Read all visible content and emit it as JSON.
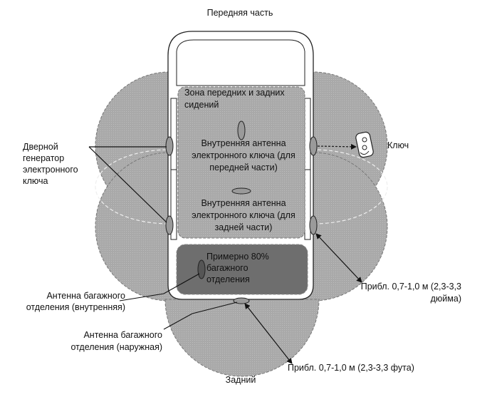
{
  "title_front": "Передняя часть",
  "title_rear": "Задний",
  "zone_seats": "Зона передних и задних сидений",
  "front_antenna": "Внутренняя антенна электронного ключа (для передней части)",
  "rear_antenna": "Внутренняя антенна электронного ключа (для задней части)",
  "trunk_zone": "Примерно 80% багажного отделения",
  "door_generator": "Дверной генератор электронного ключа",
  "key_label": "Ключ",
  "trunk_antenna_inside": "Антенна багажного отделения (внутренняя)",
  "trunk_antenna_outside": "Антенна багажного отделения (наружная)",
  "range_side": "Прибл. 0,7-1,0 м (2,3-3,3 дюйма)",
  "range_rear": "Прибл. 0,7-1,0 м (2,3-3,3 фута)",
  "colors": {
    "zone_fill": "#a9a9a9",
    "trunk_fill": "#6e6e6e",
    "line": "#222222",
    "dashed": "#e6e6e6"
  }
}
